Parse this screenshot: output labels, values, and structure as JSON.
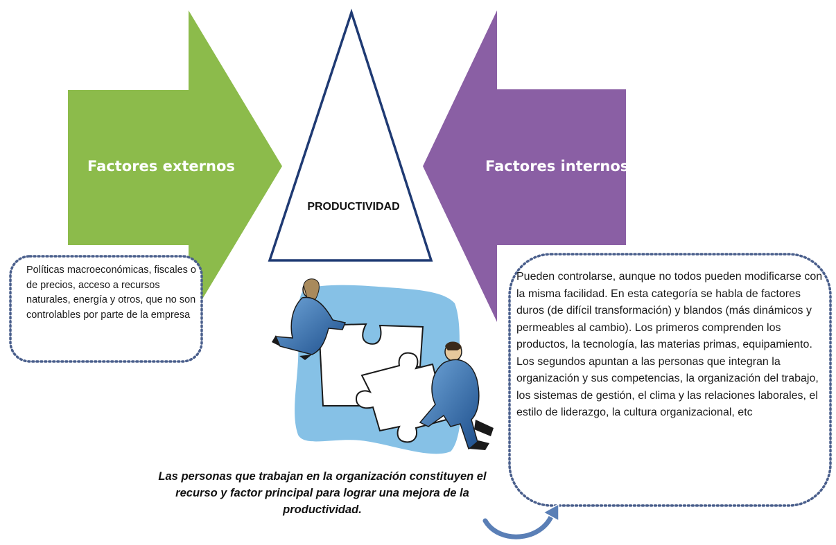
{
  "center": {
    "label": "PRODUCTIVIDAD"
  },
  "external": {
    "title": "Factores externos",
    "description": "Políticas macroeconómicas, fiscales o de precios, acceso a recursos naturales, energía y otros, que no son controlables por parte de la empresa"
  },
  "internal": {
    "title": "Factores internos",
    "description": "Pueden controlarse, aunque no todos pueden modificarse con la misma facilidad. En esta categoría se habla de factores duros (de difícil transformación) y blandos (más dinámicos y permeables al cambio). Los primeros comprenden los productos, la tecnología, las materias primas, equipamiento. Los segundos apuntan a las personas que integran la organización y sus competencias, la organización del trabajo, los sistemas de gestión, el clima y las relaciones laborales, el estilo de liderazgo, la cultura organizacional, etc"
  },
  "caption": "Las personas que trabajan en la organización constituyen el recurso y factor principal para lograr una  mejora de la productividad.",
  "colors": {
    "external_arrow": "#8cbb4b",
    "internal_arrow": "#8a5fa4",
    "triangle_stroke": "#1f3a73",
    "note_border": "#4a5f8c",
    "puzzle_background": "#86c1e6",
    "curved_arrow": "#5a7fb6"
  },
  "icons": [
    "puzzle-clipart",
    "curved-arrow-icon"
  ]
}
